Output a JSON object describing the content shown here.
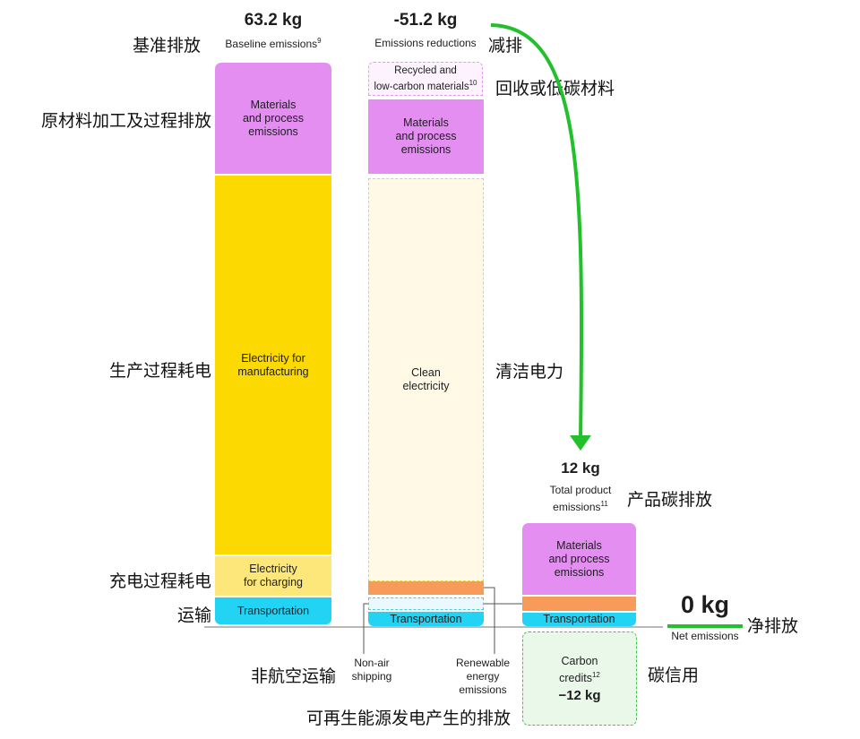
{
  "headers": {
    "baseline": {
      "value": "63.2 kg",
      "label": "Baseline emissions",
      "sup": "9",
      "cn": "基准排放"
    },
    "reductions": {
      "value": "-51.2 kg",
      "label": "Emissions reductions",
      "cn": "减排"
    },
    "total": {
      "value": "12 kg",
      "label_line1": "Total product",
      "label_line2": "emissions",
      "sup": "11",
      "cn": "产品碳排放"
    },
    "net": {
      "value": "0 kg",
      "label": "Net emissions",
      "cn": "净排放"
    }
  },
  "left_labels": {
    "materials": "原材料加工及过程排放",
    "manufacturing": "生产过程耗电",
    "charging": "充电过程耗电",
    "transport": "运输"
  },
  "right_labels": {
    "recycled": "回收或低碳材料",
    "clean": "清洁电力",
    "credits": "碳信用"
  },
  "bottom_labels": {
    "nonair_cn": "非航空运输",
    "renewable_cn": "可再生能源发电产生的排放",
    "nonair_en_1": "Non-air",
    "nonair_en_2": "shipping",
    "renewable_en_1": "Renewable",
    "renewable_en_2": "energy",
    "renewable_en_3": "emissions"
  },
  "segments": {
    "baseline_materials": [
      "Materials",
      "and process",
      "emissions"
    ],
    "baseline_electricity": [
      "Electricity for",
      "manufacturing"
    ],
    "baseline_charging": [
      "Electricity",
      "for charging"
    ],
    "baseline_transport": "Transportation",
    "reduction_recycled_1": "Recycled and",
    "reduction_recycled_2": "low-carbon materials",
    "reduction_recycled_sup": "10",
    "reduction_materials": [
      "Materials",
      "and process",
      "emissions"
    ],
    "reduction_clean": [
      "Clean",
      "electricity"
    ],
    "reduction_transport": "Transportation",
    "total_materials": [
      "Materials",
      "and process",
      "emissions"
    ],
    "total_transport": "Transportation",
    "credits_1": "Carbon",
    "credits_2": "credits",
    "credits_sup": "12",
    "credits_value": "−12 kg"
  },
  "colors": {
    "materials": "#e48ef2",
    "electricity": "#fcd900",
    "charging": "#fde77b",
    "transport": "#22d3f4",
    "renewable": "#f79a5a",
    "arrow": "#22c02b"
  }
}
